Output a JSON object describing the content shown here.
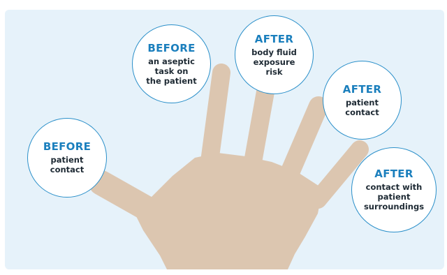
{
  "colors": {
    "panel_background": "#e6f2fa",
    "hand": "#dcc6b0",
    "bubble_border": "#2a8fc9",
    "heading": "#1b7fbd",
    "description": "#1e2a34"
  },
  "moments": [
    {
      "heading": "BEFORE",
      "description": "patient contact"
    },
    {
      "heading": "BEFORE",
      "description": "an aseptic task on the patient"
    },
    {
      "heading": "AFTER",
      "description": "body fluid exposure risk"
    },
    {
      "heading": "AFTER",
      "description": "patient contact"
    },
    {
      "heading": "AFTER",
      "description": "contact with patient surroundings"
    }
  ]
}
